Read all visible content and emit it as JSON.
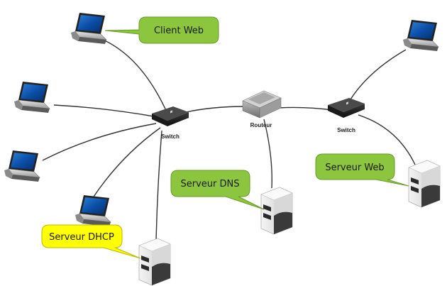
{
  "devices": {
    "switch_left": "Switch",
    "router": "Routeur",
    "switch_right": "Switch"
  },
  "callouts": {
    "client_web": "Client Web",
    "serveur_dns": "Serveur DNS",
    "serveur_web": "Serveur Web",
    "serveur_dhcp": "Serveur DHCP"
  },
  "colors": {
    "callout_green": "#8cc63f",
    "callout_green_border": "#6a9a2a",
    "callout_yellow": "#ffff00",
    "callout_yellow_border": "#b8b800",
    "cable": "#333333"
  }
}
